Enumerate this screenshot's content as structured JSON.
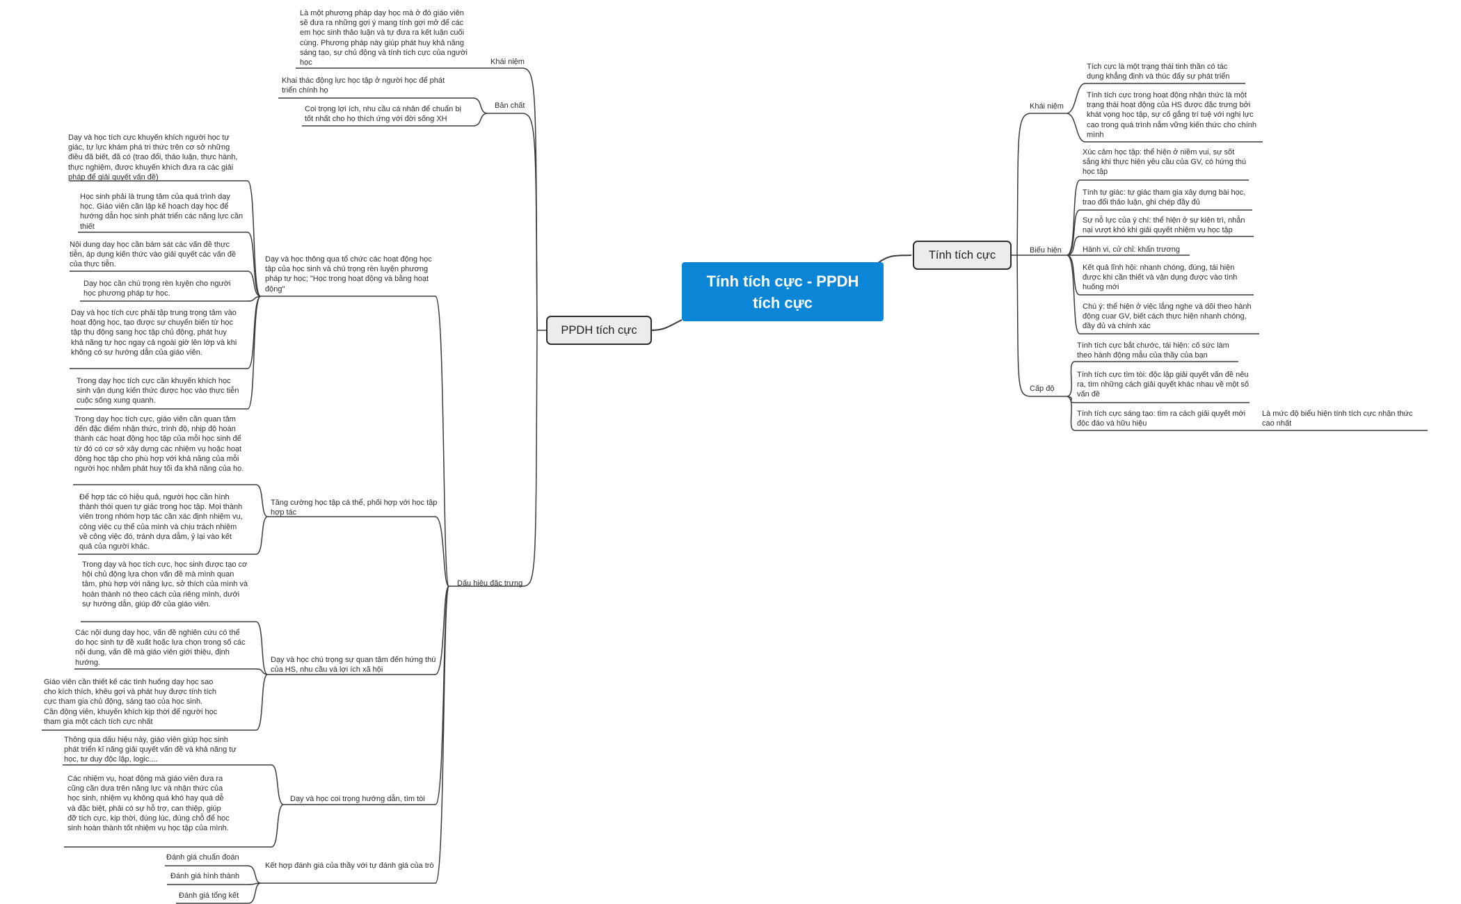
{
  "central": {
    "title": "Tính tích cực - PPDH tích cực"
  },
  "branches": {
    "right": {
      "label": "Tính tích cực",
      "khai_niem": {
        "label": "Khái niệm",
        "items": [
          "Tích cực là một trạng thái tinh thần có tác dụng khẳng định và thúc đẩy sự phát triển",
          "Tính tích cực trong hoạt động nhận thức là một trạng thái hoạt động của HS được đặc trưng bởi khát vọng học tập, sự cố gắng trí tuệ với nghị lực cao trong quá trình nắm vững kiến thức cho chính mình"
        ]
      },
      "bieu_hien": {
        "label": "Biểu hiện",
        "items": [
          "Xúc cảm học tập: thể hiện ở niềm vui, sự sốt sắng khi thực hiện yêu cầu của GV, có hứng thú học tập",
          "Tính tự giác: tự giác tham gia xây dựng bài học, trao đổi thảo luận, ghi chép đầy đủ",
          "Sự nỗ lực của ý chí: thể hiện ở sự kiên trì, nhẫn nại vượt khó khi giải quyết nhiệm vụ học tập",
          "Hành vi, cử chỉ: khẩn trương",
          "Kết quả lĩnh hội: nhanh chóng, đúng, tái hiện được khi cần thiết và vận dụng được vào tình huống mới",
          "Chú ý: thể hiện ở việc lắng nghe và dõi theo hành động cuar GV, biết cách thực hiện nhanh chóng, đầy đủ và chính xác"
        ]
      },
      "cap_do": {
        "label": "Cấp độ",
        "items": [
          "Tính tích cực bắt chước, tái hiện: cố sức làm theo hành động mẫu của thầy của bạn",
          "Tính tích cực tìm tòi: độc lập giải quyết vấn đề nêu ra, tìm những cách giải quyết khác nhau về một số vấn đề",
          "Tính tích cực sáng tạo: tìm ra cách giải quyết mới độc đáo và hữu hiệu"
        ],
        "note": "Là mức độ biểu hiện tính tích cực nhận thức cao nhất"
      }
    },
    "left": {
      "label": "PPDH tích cực",
      "khai_niem": {
        "label": "Khái niệm",
        "text": "Là một phương pháp dạy học mà ở đó giáo viên sẽ đưa ra những gợi ý mang tính gợi mở để các em học sinh thảo luận và tự đưa ra kết luận cuối cùng. Phương pháp này giúp phát huy khả năng sáng tạo, sự chủ động và tính tích cực của người học"
      },
      "ban_chat": {
        "label": "Bản chất",
        "items": [
          "Khai thác động lực học tập ở người học để phát triển chính họ",
          "Coi trọng lợi ích, nhu cầu cá nhân để chuẩn bị tốt nhất cho họ thích ứng với đời sống XH"
        ]
      },
      "dau_hieu": {
        "label": "Dấu hiệu đặc trưng",
        "groups": {
          "g1": {
            "label": "Dạy và học thông qua tổ chức các hoạt động học tập của học sinh và chú trọng rèn luyện phương pháp tự học; \"Học trong hoạt động và bằng hoạt động\"",
            "items": [
              "Dạy và học tích cực khuyến khích người học tự giác, tự lực khám phá tri thức trên cơ sở những điều đã biết, đã có (trao đổi, thảo luận, thực hành, thực nghiệm, được khuyến khích đưa ra các giải pháp để giải quyết vấn đề)",
              "Học sinh phải là trung tâm của quá trình dạy học. Giáo viên cần lập kế hoạch dạy học để hướng dẫn học sinh phát triển các năng lực cần thiết",
              "Nội dung dạy học cần bám sát các vấn đề thực tiễn, áp dụng kiến thức vào giải quyết các vấn đề của thực tiễn.",
              "Dạy học cần chú trọng rèn luyện cho người học phương pháp tự học.",
              "Dạy và học tích cực phải tập trung trọng tâm vào hoạt động học, tạo được sự chuyển biến từ học tập thụ động sang học tập chủ động, phát huy khả năng tự học ngay cả ngoài giờ lên lớp và khi không có sự hướng dẫn của giáo viên.",
              "Trong dạy học tích cực cần khuyến khích học sinh vận dụng kiến thức được học vào thực tiễn cuộc sống xung quanh."
            ]
          },
          "g2": {
            "label": "Tăng cường học tập cá thể, phối hợp với học tập hợp tác",
            "items": [
              "Trong dạy học tích cực, giáo viên cần quan tâm đến đặc điểm nhận thức, trình độ, nhịp độ hoàn thành các hoạt động học tập của mỗi học sinh để từ đó có cơ sở xây dựng các nhiệm vụ hoặc hoạt động học tập cho phù hợp với khả năng của mỗi người học nhằm phát huy tối đa khả năng của họ.",
              "Để hợp tác có hiệu quả, người học cần hình thành thói quen tự giác trong học tập. Mọi thành viên trong nhóm hợp tác cần xác định nhiệm vụ, công việc cụ thể của mình và chịu trách nhiệm về công việc đó, tránh dựa dẫm, ỷ lại vào kết quả của người khác."
            ]
          },
          "g3": {
            "label": "Dạy và học chú trọng sự quan tâm đến hứng thú của HS, nhu cầu và lợi ích xã hội",
            "items": [
              "Trong dạy và học tích cực, học sinh được tạo cơ hội chủ động lựa chọn vấn đề mà mình quan tâm, phù hợp với năng lực, sở thích của mình và hoàn thành nó theo cách của riêng mình, dưới sự hướng dẫn, giúp đỡ của giáo viên.",
              "Các nội dung dạy học, vấn đề nghiên cứu có thể do học sinh tự đề xuất hoặc lựa chọn trong số các nội dung, vấn đề mà giáo viên giới thiệu, định hướng.",
              "Giáo viên cần thiết kế các tình huống dạy học sao cho kích thích, khêu gợi và phát huy được tính tích cực tham gia chủ động, sáng tạo của học sinh. Cần động viên, khuyến khích kịp thời để người học tham gia một cách tích cực nhất"
            ]
          },
          "g4": {
            "label": "Dạy và học coi trọng hướng dẫn, tìm tòi",
            "items": [
              "Thông qua dấu hiệu này, giáo viên giúp học sinh phát triển kĩ năng giải quyết vấn đề và khả năng tự học, tư duy độc lập, logic....",
              "Các nhiệm vụ, hoạt động mà giáo viên đưa ra cũng cần dựa trên năng lực và nhận thức của học sinh, nhiệm vụ không quá khó hay quá dễ và đặc biệt, phải có sự hỗ trợ, can thiệp, giúp đỡ tích cực, kịp thời, đúng lúc, đúng chỗ để học sinh hoàn thành tốt nhiệm vụ học tập của mình."
            ]
          },
          "g5": {
            "label": "Kết hợp đánh giá của thầy với tự đánh giá của trò",
            "items": [
              "Đánh giá chuẩn đoán",
              "Đánh giá hình thành",
              "Đánh giá tổng kết"
            ]
          }
        }
      }
    }
  }
}
